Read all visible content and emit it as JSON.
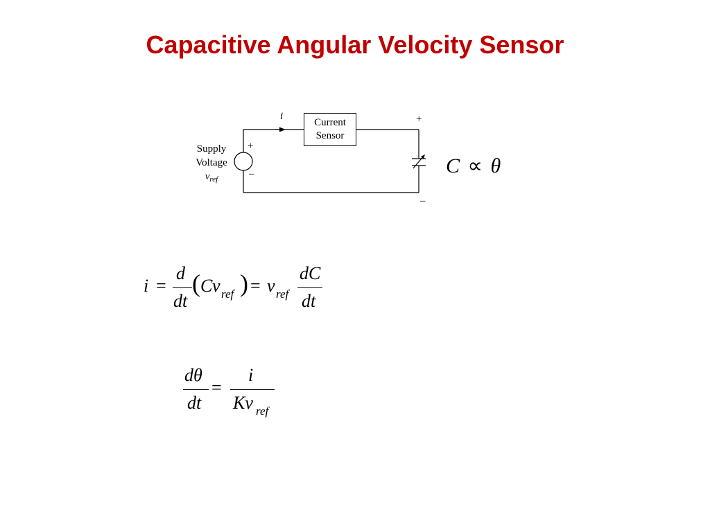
{
  "title": "Capacitive Angular Velocity Sensor",
  "circuit": {
    "current_label": "i",
    "sensor_line1": "Current",
    "sensor_line2": "Sensor",
    "supply_line1": "Supply",
    "supply_line2": "Voltage",
    "vref_v": "v",
    "vref_sub": "ref",
    "plus": "+",
    "minus": "–"
  },
  "proportional": {
    "lhs": "C",
    "symbol": "∝",
    "rhs": "θ"
  },
  "eq1": {
    "i": "i",
    "eq": "=",
    "d": "d",
    "dt": "dt",
    "C": "C",
    "v": "v",
    "ref": "ref",
    "dC": "dC"
  },
  "eq2": {
    "dtheta": "dθ",
    "dt": "dt",
    "eq": "=",
    "i": "i",
    "Kv": "Kv",
    "ref": "ref"
  }
}
